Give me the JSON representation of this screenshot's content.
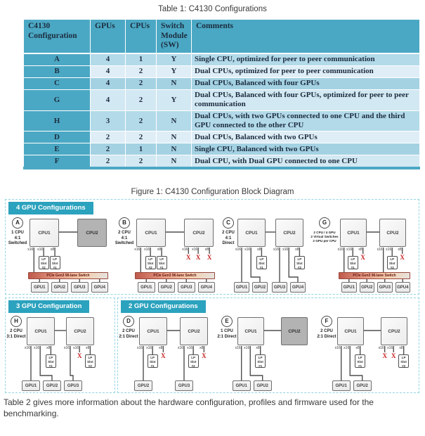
{
  "page": {
    "table_caption": "Table 1: C4130 Configurations",
    "figure_caption": "Figure 1: C4130 Configuration Block Diagram",
    "footer_text": "Table 2 gives more information about the hardware configuration, profiles and firmware used for the benchmarking."
  },
  "colors": {
    "table_header_bg": "#4BA8C4",
    "row_bands": [
      "#b3dae9",
      "#dfeef6",
      "#a4d2e3",
      "#d2e8f2"
    ],
    "banner_bg": "#2BA2BE",
    "x_mark_red": "#C62121",
    "switch_bar_red": "#C0504D"
  },
  "table": {
    "columns": [
      "C4130 Configuration",
      "GPUs",
      "CPUs",
      "Switch Module (SW)",
      "Comments"
    ],
    "rows": [
      [
        "A",
        "4",
        "1",
        "Y",
        "Single CPU, optimized for peer to peer communication"
      ],
      [
        "B",
        "4",
        "2",
        "Y",
        "Dual CPUs, optimized for peer to peer communication"
      ],
      [
        "C",
        "4",
        "2",
        "N",
        "Dual CPUs, Balanced with four GPUs"
      ],
      [
        "G",
        "4",
        "2",
        "Y",
        "Dual CPUs, Balanced with four GPUs, optimized for peer to peer communication"
      ],
      [
        "H",
        "3",
        "2",
        "N",
        "Dual CPUs, with two GPUs connected to one CPU and the third GPU connected to the other CPU"
      ],
      [
        "D",
        "2",
        "2",
        "N",
        "Dual CPUs, Balanced with two GPUs"
      ],
      [
        "E",
        "2",
        "1",
        "N",
        "Single CPU, Balanced with two GPUs"
      ],
      [
        "F",
        "2",
        "2",
        "N",
        "Dual CPU, with Dual GPU connected to one CPU"
      ]
    ]
  },
  "figure": {
    "sections": [
      {
        "title": "4 GPU Configurations",
        "diagrams": [
          {
            "letter": "A",
            "caption": [
              "1 CPU",
              "4:1 Switched"
            ],
            "cpus": [
              {
                "label": "CPU1",
                "disabled": false,
                "ports": [
                  {
                    "label": "x16",
                    "target": "switch"
                  },
                  {
                    "label": "x16",
                    "target": "slot",
                    "slot": "LP Slot #2"
                  },
                  {
                    "label": "x8",
                    "target": "slot",
                    "slot": "LP Slot #1"
                  }
                ]
              },
              {
                "label": "CPU2",
                "disabled": true,
                "ports": []
              }
            ],
            "switch_label": "PCIe Gen3 96-lane Switch",
            "gpus": [
              "GPU1",
              "GPU2",
              "GPU3",
              "GPU4"
            ]
          },
          {
            "letter": "B",
            "caption": [
              "2 CPU",
              "4:1 Switched"
            ],
            "cpus": [
              {
                "label": "CPU1",
                "disabled": false,
                "ports": [
                  {
                    "label": "x16",
                    "target": "switch"
                  },
                  {
                    "label": "x16",
                    "target": "slot",
                    "slot": "LP Slot #2"
                  },
                  {
                    "label": "x8",
                    "target": "slot",
                    "slot": "LP Slot #1"
                  }
                ]
              },
              {
                "label": "CPU2",
                "disabled": false,
                "ports": [
                  {
                    "label": "x16",
                    "target": "x"
                  },
                  {
                    "label": "x16",
                    "target": "x"
                  },
                  {
                    "label": "x8",
                    "target": "x"
                  }
                ]
              }
            ],
            "switch_label": "PCIe Gen3 96-lane Switch",
            "gpus": [
              "GPU1",
              "GPU2",
              "GPU3",
              "GPU4"
            ]
          },
          {
            "letter": "C",
            "caption": [
              "2 CPU",
              "4:1 Direct"
            ],
            "cpus": [
              {
                "label": "CPU1",
                "disabled": false,
                "ports": [
                  {
                    "label": "x16",
                    "target": "gpu",
                    "gpu": 0
                  },
                  {
                    "label": "x16",
                    "target": "gpu",
                    "gpu": 1
                  },
                  {
                    "label": "x8",
                    "target": "slot",
                    "slot": "LP Slot #1"
                  }
                ]
              },
              {
                "label": "CPU2",
                "disabled": false,
                "ports": [
                  {
                    "label": "x16",
                    "target": "gpu",
                    "gpu": 2
                  },
                  {
                    "label": "x16",
                    "target": "gpu",
                    "gpu": 3
                  },
                  {
                    "label": "x8",
                    "target": "slot",
                    "slot": "LP Slot #2"
                  }
                ]
              }
            ],
            "switch_label": null,
            "gpus": [
              "GPU1",
              "GPU2",
              "GPU3",
              "GPU4"
            ]
          },
          {
            "letter": "G",
            "caption": [
              "2 CPU / 4 GPU",
              "2 Virtual Switches",
              "2 GPU per CPU"
            ],
            "cpus": [
              {
                "label": "CPU1",
                "disabled": false,
                "ports": [
                  {
                    "label": "x16",
                    "target": "switch"
                  },
                  {
                    "label": "x16",
                    "target": "slot",
                    "slot": "LP Slot #1"
                  },
                  {
                    "label": "x8",
                    "target": "x"
                  }
                ]
              },
              {
                "label": "CPU2",
                "disabled": false,
                "ports": [
                  {
                    "label": "x16",
                    "target": "switch"
                  },
                  {
                    "label": "x16",
                    "target": "slot",
                    "slot": "LP Slot #2"
                  },
                  {
                    "label": "x8",
                    "target": "x"
                  }
                ]
              }
            ],
            "switch_label": "PCIe Gen3 96-lane Switch",
            "gpus": [
              "GPU1",
              "GPU2",
              "GPU3",
              "GPU4"
            ]
          }
        ]
      },
      {
        "title": "3 GPU Configuration",
        "diagrams": [
          {
            "letter": "H",
            "caption": [
              "2 CPU",
              "3:1 Direct"
            ],
            "cpus": [
              {
                "label": "CPU1",
                "disabled": false,
                "ports": [
                  {
                    "label": "x16",
                    "target": "gpu",
                    "gpu": 0
                  },
                  {
                    "label": "x16",
                    "target": "gpu",
                    "gpu": 1
                  },
                  {
                    "label": "x8",
                    "target": "slot",
                    "slot": "LP Slot #1"
                  }
                ]
              },
              {
                "label": "CPU2",
                "disabled": false,
                "ports": [
                  {
                    "label": "x16",
                    "target": "gpu",
                    "gpu": 2
                  },
                  {
                    "label": "x16",
                    "target": "x"
                  },
                  {
                    "label": "x8",
                    "target": "slot",
                    "slot": "LP Slot #2"
                  }
                ]
              }
            ],
            "switch_label": null,
            "gpus": [
              "GPU1",
              "GPU2",
              "GPU3"
            ]
          }
        ]
      },
      {
        "title": "2 GPU Configurations",
        "diagrams": [
          {
            "letter": "D",
            "caption": [
              "2 CPU",
              "2:1 Direct"
            ],
            "cpus": [
              {
                "label": "CPU1",
                "disabled": false,
                "ports": [
                  {
                    "label": "x16",
                    "target": "gpu",
                    "gpu": 0
                  },
                  {
                    "label": "x16",
                    "target": "slot",
                    "slot": "LP Slot #1"
                  },
                  {
                    "label": "x8",
                    "target": "x"
                  }
                ]
              },
              {
                "label": "CPU2",
                "disabled": false,
                "ports": [
                  {
                    "label": "x16",
                    "target": "gpu",
                    "gpu": 1
                  },
                  {
                    "label": "x16",
                    "target": "slot",
                    "slot": "LP Slot #2"
                  },
                  {
                    "label": "x8",
                    "target": "x"
                  }
                ]
              }
            ],
            "switch_label": null,
            "gpus": [
              "GPU2",
              "GPU3"
            ]
          },
          {
            "letter": "E",
            "caption": [
              "1 CPU",
              "2:1 Direct"
            ],
            "cpus": [
              {
                "label": "CPU1",
                "disabled": false,
                "ports": [
                  {
                    "label": "x16",
                    "target": "gpu",
                    "gpu": 0
                  },
                  {
                    "label": "x16",
                    "target": "gpu",
                    "gpu": 1
                  },
                  {
                    "label": "x8",
                    "target": "slot",
                    "slot": "LP Slot #1"
                  }
                ]
              },
              {
                "label": "CPU2",
                "disabled": true,
                "ports": []
              }
            ],
            "switch_label": null,
            "gpus": [
              "GPU1",
              "GPU2"
            ]
          },
          {
            "letter": "F",
            "caption": [
              "2 CPU",
              "2:1 Direct"
            ],
            "cpus": [
              {
                "label": "CPU1",
                "disabled": false,
                "ports": [
                  {
                    "label": "x16",
                    "target": "gpu",
                    "gpu": 0
                  },
                  {
                    "label": "x16",
                    "target": "gpu",
                    "gpu": 1
                  },
                  {
                    "label": "x8",
                    "target": "slot",
                    "slot": "LP Slot #1"
                  }
                ]
              },
              {
                "label": "CPU2",
                "disabled": false,
                "ports": [
                  {
                    "label": "x16",
                    "target": "x"
                  },
                  {
                    "label": "x16",
                    "target": "x"
                  },
                  {
                    "label": "x8",
                    "target": "slot",
                    "slot": "LP Slot #2"
                  }
                ]
              }
            ],
            "switch_label": null,
            "gpus": [
              "GPU1",
              "GPU2"
            ]
          }
        ]
      }
    ]
  }
}
